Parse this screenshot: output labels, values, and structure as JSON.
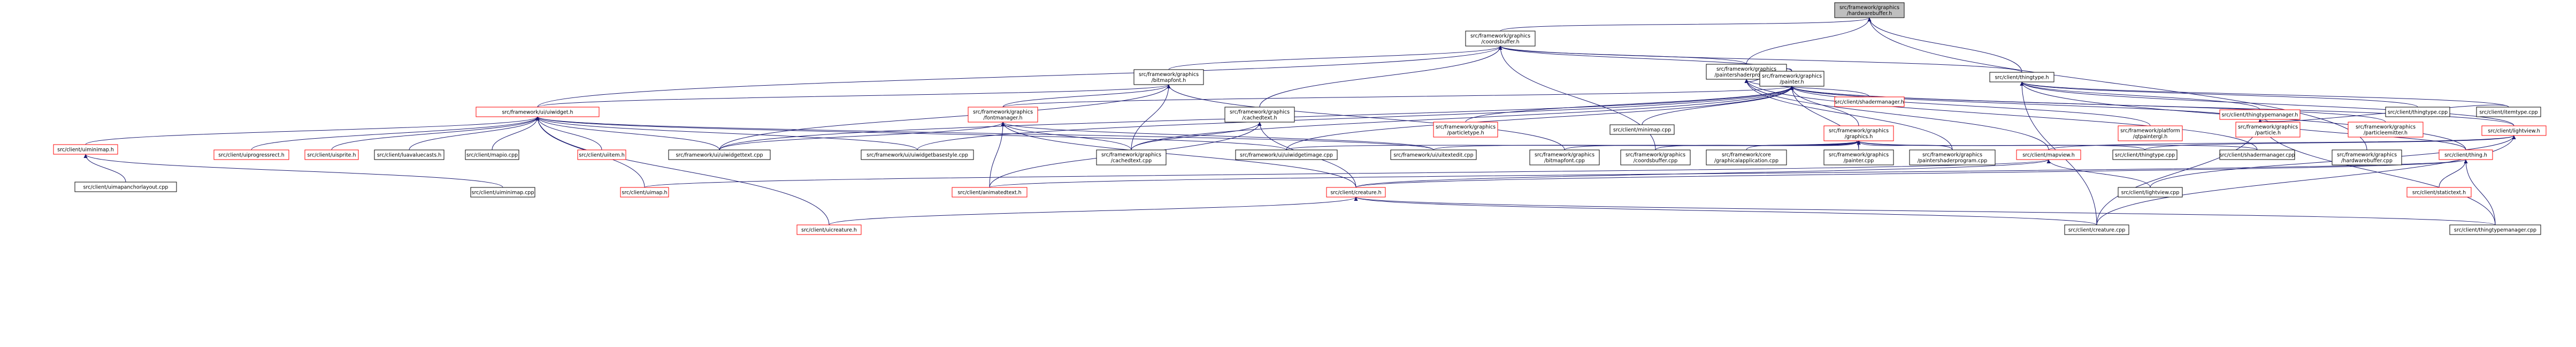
{
  "colors": {
    "edge": "#191970",
    "root_fill": "#bfbfbf",
    "root_border": "#000000",
    "normal_border": "#000000",
    "truncated_border": "#ff0000",
    "node_fill": "#ffffff"
  },
  "nodes": [
    {
      "id": "hwbuf_h",
      "lines": [
        "src/framework/graphics",
        "/hardwarebuffer.h"
      ],
      "style": "root"
    },
    {
      "id": "coordsbuffer_h",
      "lines": [
        "src/framework/graphics",
        "/coordsbuffer.h"
      ],
      "style": "normal"
    },
    {
      "id": "painterprog_h",
      "lines": [
        "src/framework/graphics",
        "/paintershaderprogram.h"
      ],
      "style": "normal"
    },
    {
      "id": "thingtype_h",
      "lines": [
        "src/client/thingtype.h"
      ],
      "style": "normal"
    },
    {
      "id": "bitmapfont_h",
      "lines": [
        "src/framework/graphics",
        "/bitmapfont.h"
      ],
      "style": "normal"
    },
    {
      "id": "painter_h",
      "lines": [
        "src/framework/graphics",
        "/painter.h"
      ],
      "style": "normal"
    },
    {
      "id": "shadermanager_h",
      "lines": [
        "src/client/shadermanager.h"
      ],
      "style": "truncated"
    },
    {
      "id": "uiwidget_h",
      "lines": [
        "src/framework/ui/uiwidget.h"
      ],
      "style": "truncated"
    },
    {
      "id": "fontmanager_h",
      "lines": [
        "src/framework/graphics",
        "/fontmanager.h"
      ],
      "style": "truncated"
    },
    {
      "id": "cachedtext_h",
      "lines": [
        "src/framework/graphics",
        "/cachedtext.h"
      ],
      "style": "normal"
    },
    {
      "id": "particletype_h",
      "lines": [
        "src/framework/graphics",
        "/particletype.h"
      ],
      "style": "truncated"
    },
    {
      "id": "minimap_cpp",
      "lines": [
        "src/client/minimap.cpp"
      ],
      "style": "normal"
    },
    {
      "id": "graphics_h",
      "lines": [
        "src/framework/graphics",
        "/graphics.h"
      ],
      "style": "truncated"
    },
    {
      "id": "qtpainter_h",
      "lines": [
        "src/framework/platform",
        "/qtpaintergl.h"
      ],
      "style": "truncated"
    },
    {
      "id": "particle_h",
      "lines": [
        "src/framework/graphics",
        "/particle.h"
      ],
      "style": "truncated"
    },
    {
      "id": "particleemitter_h",
      "lines": [
        "src/framework/graphics",
        "/particleemitter.h"
      ],
      "style": "truncated"
    },
    {
      "id": "lightview_h",
      "lines": [
        "src/client/lightview.h"
      ],
      "style": "truncated"
    },
    {
      "id": "thingtypemanager_h",
      "lines": [
        "src/client/thingtypemanager.h"
      ],
      "style": "truncated"
    },
    {
      "id": "thingtype_cpp",
      "lines": [
        "src/client/thingtype.cpp"
      ],
      "style": "normal"
    },
    {
      "id": "itemtype_cpp",
      "lines": [
        "src/client/itemtype.cpp"
      ],
      "style": "normal"
    },
    {
      "id": "uiminimap_h",
      "lines": [
        "src/client/uiminimap.h"
      ],
      "style": "truncated"
    },
    {
      "id": "uiprogressrect_h",
      "lines": [
        "src/client/uiprogressrect.h"
      ],
      "style": "truncated"
    },
    {
      "id": "uisprite_h",
      "lines": [
        "src/client/uisprite.h"
      ],
      "style": "truncated"
    },
    {
      "id": "luavaluecasts_h",
      "lines": [
        "src/client/luavaluecasts.h"
      ],
      "style": "normal"
    },
    {
      "id": "map_cpp",
      "lines": [
        "src/client/mapio.cpp"
      ],
      "style": "normal"
    },
    {
      "id": "uiitem_h",
      "lines": [
        "src/client/uiitem.h"
      ],
      "style": "truncated"
    },
    {
      "id": "uiwidgettext_cpp",
      "lines": [
        "src/framework/ui/uiwidgettext.cpp"
      ],
      "style": "normal"
    },
    {
      "id": "uiwidgetbasestyle_cpp",
      "lines": [
        "src/framework/ui/uiwidgetbasestyle.cpp"
      ],
      "style": "normal"
    },
    {
      "id": "cachedtext_cpp",
      "lines": [
        "src/framework/graphics",
        "/cachedtext.cpp"
      ],
      "style": "normal"
    },
    {
      "id": "uiwidgetimage_cpp",
      "lines": [
        "src/framework/ui/uiwidgetimage.cpp"
      ],
      "style": "normal"
    },
    {
      "id": "uitextedit_cpp",
      "lines": [
        "src/framework/ui/uitextedit.cpp"
      ],
      "style": "normal"
    },
    {
      "id": "bitmapfont_cpp",
      "lines": [
        "src/framework/graphics",
        "/bitmapfont.cpp"
      ],
      "style": "normal"
    },
    {
      "id": "coordsbuffer_cpp",
      "lines": [
        "src/framework/graphics",
        "/coordsbuffer.cpp"
      ],
      "style": "normal"
    },
    {
      "id": "graphicalapp_cpp",
      "lines": [
        "src/framework/core",
        "/graphicalapplication.cpp"
      ],
      "style": "normal"
    },
    {
      "id": "painter_cpp",
      "lines": [
        "src/framework/graphics",
        "/painter.cpp"
      ],
      "style": "normal"
    },
    {
      "id": "painterprog_cpp",
      "lines": [
        "src/framework/graphics",
        "/paintershaderprogram.cpp"
      ],
      "style": "normal"
    },
    {
      "id": "mapview_h",
      "lines": [
        "src/client/mapview.h"
      ],
      "style": "truncated"
    },
    {
      "id": "thingtype2_cpp",
      "lines": [
        "src/client/thingtype.cpp"
      ],
      "style": "normal"
    },
    {
      "id": "shadermanager_cpp",
      "lines": [
        "src/client/shadermanager.cpp"
      ],
      "style": "normal"
    },
    {
      "id": "hwbuf_cpp",
      "lines": [
        "src/framework/graphics",
        "/hardwarebuffer.cpp"
      ],
      "style": "normal"
    },
    {
      "id": "thing_h",
      "lines": [
        "src/client/thing.h"
      ],
      "style": "truncated"
    },
    {
      "id": "uimapanchorlayout_cpp",
      "lines": [
        "src/client/uimapanchorlayout.cpp"
      ],
      "style": "normal"
    },
    {
      "id": "uiminimap_cpp",
      "lines": [
        "src/client/uiminimap.cpp"
      ],
      "style": "normal"
    },
    {
      "id": "uimap_h",
      "lines": [
        "src/client/uimap.h"
      ],
      "style": "truncated"
    },
    {
      "id": "animatedtext_h",
      "lines": [
        "src/client/animatedtext.h"
      ],
      "style": "truncated"
    },
    {
      "id": "creature_h",
      "lines": [
        "src/client/creature.h"
      ],
      "style": "truncated"
    },
    {
      "id": "lightview_cpp",
      "lines": [
        "src/client/lightview.cpp"
      ],
      "style": "normal"
    },
    {
      "id": "statictext_h",
      "lines": [
        "src/client/statictext.h"
      ],
      "style": "truncated"
    },
    {
      "id": "uicreature_h",
      "lines": [
        "src/client/uicreature.h"
      ],
      "style": "truncated"
    },
    {
      "id": "creature_cpp",
      "lines": [
        "src/client/creature.cpp"
      ],
      "style": "normal"
    },
    {
      "id": "thingtypemanager_cpp",
      "lines": [
        "src/client/thingtypemanager.cpp"
      ],
      "style": "normal"
    }
  ]
}
